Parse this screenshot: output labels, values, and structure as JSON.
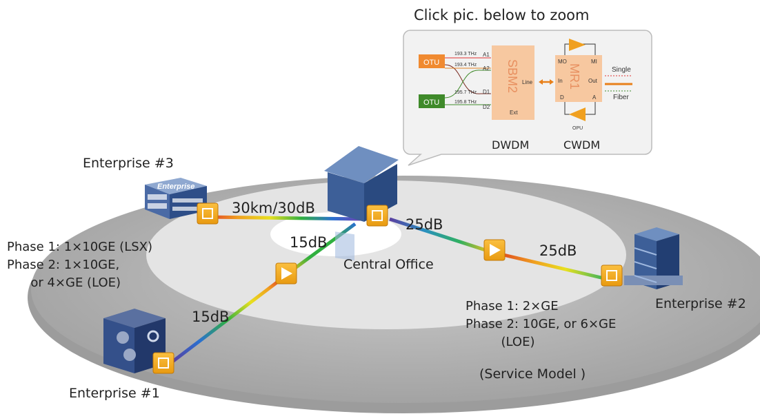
{
  "header": {
    "zoom_hint": "Click pic. below to zoom"
  },
  "sites": {
    "central": "Central Office",
    "enterprise1": "Enterprise #1",
    "enterprise2": "Enterprise #2",
    "enterprise3": "Enterprise #3",
    "enterprise_sign": "Enterprise"
  },
  "links": {
    "e3_central": "30km/30dB",
    "central_amp_e1": "15dB",
    "amp_e1": "15dB",
    "central_amp_e2": "25dB",
    "amp_e2": "25dB"
  },
  "phases": {
    "e3": "Phase 1: 1×10GE (LSX)\nPhase 2: 1×10GE,\n      or 4×GE (LOE)",
    "e2": "Phase 1: 2×GE\nPhase 2: 10GE, or 6×GE\n         (LOE)"
  },
  "service_model": "(Service Model )",
  "zoom": {
    "otu1": "OTU",
    "otu2": "OTU",
    "f1": "193.3 THz",
    "f2": "193.4 THz",
    "f3": "195.7 THz",
    "f4": "195.8 THz",
    "a1": "A1",
    "a2": "A2",
    "d1": "D1",
    "d2": "D2",
    "sbm2": "SBM2",
    "line": "Line",
    "ext": "Ext",
    "mr1": "MR1",
    "mo": "MO",
    "mi": "MI",
    "in": "In",
    "out": "Out",
    "d": "D",
    "a": "A",
    "opu": "OPU",
    "single": "Single",
    "fiber": "Fiber",
    "dwdm": "DWDM",
    "cwdm": "CWDM"
  },
  "colors": {
    "accent_orange": "#f0a020",
    "otu_orange": "#f08a30",
    "otu_green": "#3f8a2a",
    "ring": "#a8a8a8"
  }
}
